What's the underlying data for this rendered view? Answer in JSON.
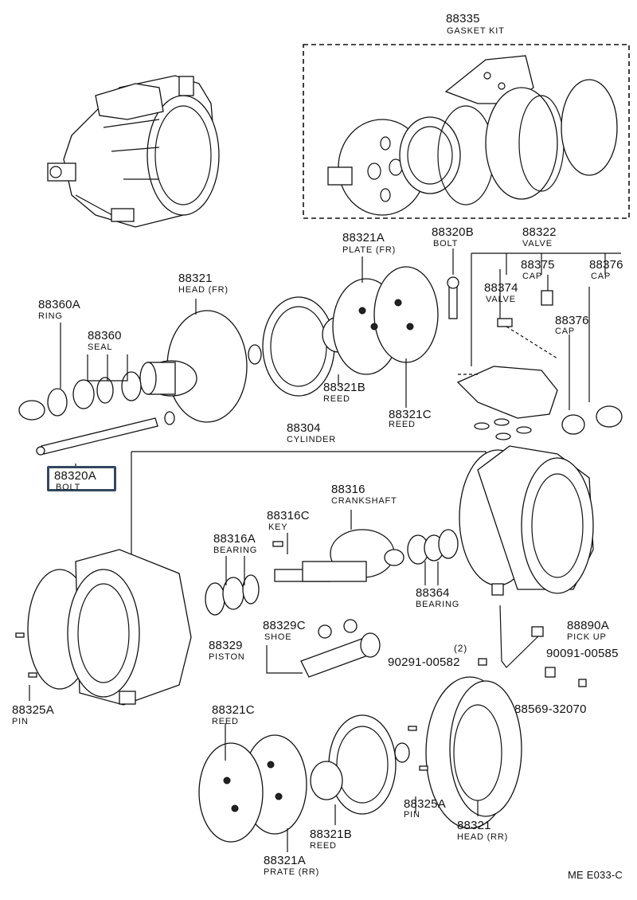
{
  "diagram_code": "ME E033-C",
  "highlighted_part": "88320A",
  "parts": [
    {
      "key": "p88335",
      "number": "88335",
      "name": "GASKET KIT"
    },
    {
      "key": "p88321A_top",
      "number": "88321A",
      "name": "PLATE (FR)"
    },
    {
      "key": "p88320B",
      "number": "88320B",
      "name": "BOLT"
    },
    {
      "key": "p88322",
      "number": "88322",
      "name": "VALVE"
    },
    {
      "key": "p88375",
      "number": "88375",
      "name": "CAP"
    },
    {
      "key": "p88376_top",
      "number": "88376",
      "name": "CAP"
    },
    {
      "key": "p88374",
      "number": "88374",
      "name": "VALVE"
    },
    {
      "key": "p88376_mid",
      "number": "88376",
      "name": "CAP"
    },
    {
      "key": "p88321_fr",
      "number": "88321",
      "name": "HEAD (FR)"
    },
    {
      "key": "p88360A",
      "number": "88360A",
      "name": "RING"
    },
    {
      "key": "p88360",
      "number": "88360",
      "name": "SEAL"
    },
    {
      "key": "p88321B_top",
      "number": "88321B",
      "name": "REED"
    },
    {
      "key": "p88321C_top",
      "number": "88321C",
      "name": "REED"
    },
    {
      "key": "p88304",
      "number": "88304",
      "name": "CYLINDER"
    },
    {
      "key": "p88320A",
      "number": "88320A",
      "name": "BOLT"
    },
    {
      "key": "p88316",
      "number": "88316",
      "name": "CRANKSHAFT"
    },
    {
      "key": "p88316C",
      "number": "88316C",
      "name": "KEY"
    },
    {
      "key": "p88316A",
      "number": "88316A",
      "name": "BEARING"
    },
    {
      "key": "p88364",
      "number": "88364",
      "name": "BEARING"
    },
    {
      "key": "p88329C",
      "number": "88329C",
      "name": "SHOE"
    },
    {
      "key": "p88329",
      "number": "88329",
      "name": "PISTON"
    },
    {
      "key": "p88890A",
      "number": "88890A",
      "name": "PICK UP"
    },
    {
      "key": "p90291",
      "number": "90291-00582",
      "name": "(2)"
    },
    {
      "key": "p90091",
      "number": "90091-00585",
      "name": ""
    },
    {
      "key": "p88569",
      "number": "88569-32070",
      "name": ""
    },
    {
      "key": "p88325A_left",
      "number": "88325A",
      "name": "PIN"
    },
    {
      "key": "p88321C_bot",
      "number": "88321C",
      "name": "REED"
    },
    {
      "key": "p88325A_right",
      "number": "88325A",
      "name": "PIN"
    },
    {
      "key": "p88321_rr",
      "number": "88321",
      "name": "HEAD (RR)"
    },
    {
      "key": "p88321B_bot",
      "number": "88321B",
      "name": "REED"
    },
    {
      "key": "p88321A_bot",
      "number": "88321A",
      "name": "PRATE (RR)"
    }
  ]
}
